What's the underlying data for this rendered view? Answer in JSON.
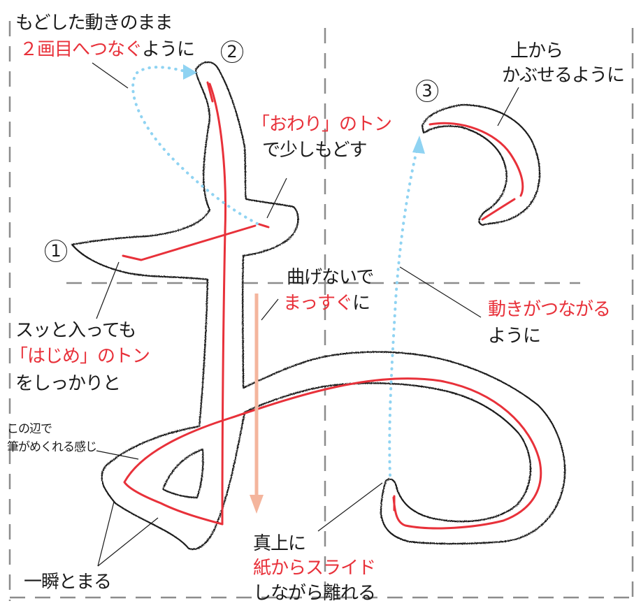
{
  "stroke_numbers": {
    "n1": "1",
    "n2": "2",
    "n3": "3"
  },
  "notes": {
    "top_left": {
      "line1": "もどした動きのまま",
      "line2_red": "２画目へつなぐ",
      "line2_black": "ように"
    },
    "top_right": {
      "line1": "上から",
      "line2": "かぶせるように"
    },
    "middle": {
      "line1_red": "「おわり」のトン",
      "line2": "で少しもどす"
    },
    "center": {
      "line1": "曲げないで",
      "line2_red": "まっすぐ",
      "line2_black": "に"
    },
    "right": {
      "line1_red": "動きがつながる",
      "line2": "ように"
    },
    "left": {
      "line1": "スッと入っても",
      "line2_red": "「はじめ」のトン",
      "line3": "をしっかりと"
    },
    "small_left": {
      "line1": "この辺で",
      "line2": "筆がめくれる感じ"
    },
    "bottom_left": {
      "line1": "一瞬とまる"
    },
    "bottom_center": {
      "line1": "真上に",
      "line2_red": "紙からスライド",
      "line3": "しながら離れる"
    }
  },
  "colors": {
    "guide_red": "#e8313a",
    "motion_blue": "#8fd3f2",
    "arrow_peach": "#f4b59d",
    "grid_gray": "#8c8c8c",
    "ink_outline": "#1a1a1a"
  }
}
